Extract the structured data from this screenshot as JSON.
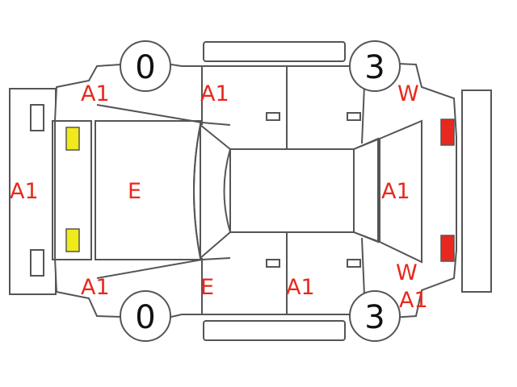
{
  "colors": {
    "damage_text": "#e8281e",
    "outline": "#555555",
    "front_lamp": "#f0ea1a",
    "rear_lamp": "#e8281e"
  },
  "tires": {
    "front_left": "0",
    "rear_left": "3",
    "front_right": "0",
    "rear_right": "3"
  },
  "damage": {
    "front_bumper": "A1",
    "top_front_fender": "A1",
    "top_front_door": "A1",
    "top_rear_quarter": "W",
    "hood": "E",
    "rear_panel": "A1",
    "bottom_front_fender": "A1",
    "bottom_front_door": "E",
    "bottom_rear_door": "A1",
    "bottom_rear_quarter_w": "W",
    "bottom_rear_quarter_a": "A1"
  }
}
